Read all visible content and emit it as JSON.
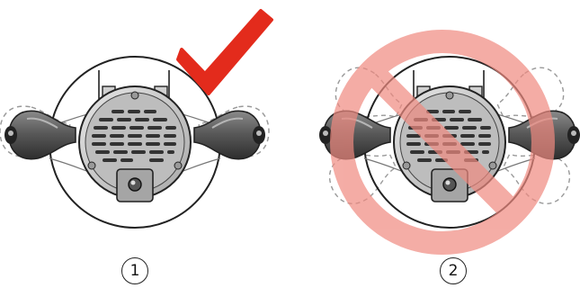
{
  "panels": [
    {
      "step_number": "1",
      "status": "correct",
      "status_icon": "checkmark-icon"
    },
    {
      "step_number": "2",
      "status": "incorrect",
      "status_icon": "prohibited-icon"
    }
  ],
  "colors": {
    "correct_mark": "#e32b1c",
    "prohibited_mark": "#f08a80",
    "device_body": "#c9c9c9",
    "speaker_grille": "#3a3a3a",
    "earbud": "#5f5f5f",
    "outline": "#222222",
    "dashed_outline": "#9a9a9a"
  }
}
